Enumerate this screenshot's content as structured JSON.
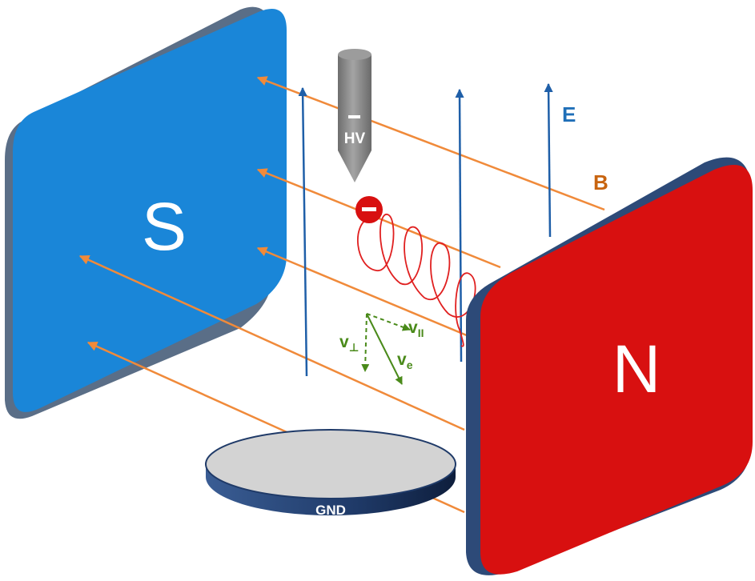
{
  "magnets": {
    "south": {
      "label": "S",
      "color": "#1a86d8",
      "edge_color": "#5a6e87"
    },
    "north": {
      "label": "N",
      "color": "#d81010",
      "edge_color": "#2d4a78"
    }
  },
  "field_labels": {
    "electric": {
      "label": "E",
      "color": "#1f6fb8"
    },
    "magnetic": {
      "label": "B",
      "color": "#c8640f"
    }
  },
  "electrode": {
    "label": "HV",
    "sign": "−",
    "color": "#8a8a8a"
  },
  "ground": {
    "label": "GND",
    "top_color": "#d3d3d3",
    "side_color": "#1f3a68"
  },
  "electron": {
    "sign": "−",
    "color": "#d81010"
  },
  "velocity": {
    "color": "#4a8a1a",
    "perpendicular": {
      "base": "v",
      "sub": "⊥"
    },
    "parallel": {
      "base": "v",
      "sub": "II"
    },
    "electron": {
      "base": "v",
      "sub": "e"
    }
  },
  "field_line_colors": {
    "b_field": "#f08a3a",
    "e_field": "#1f5fa8",
    "spiral": "#e02020"
  }
}
